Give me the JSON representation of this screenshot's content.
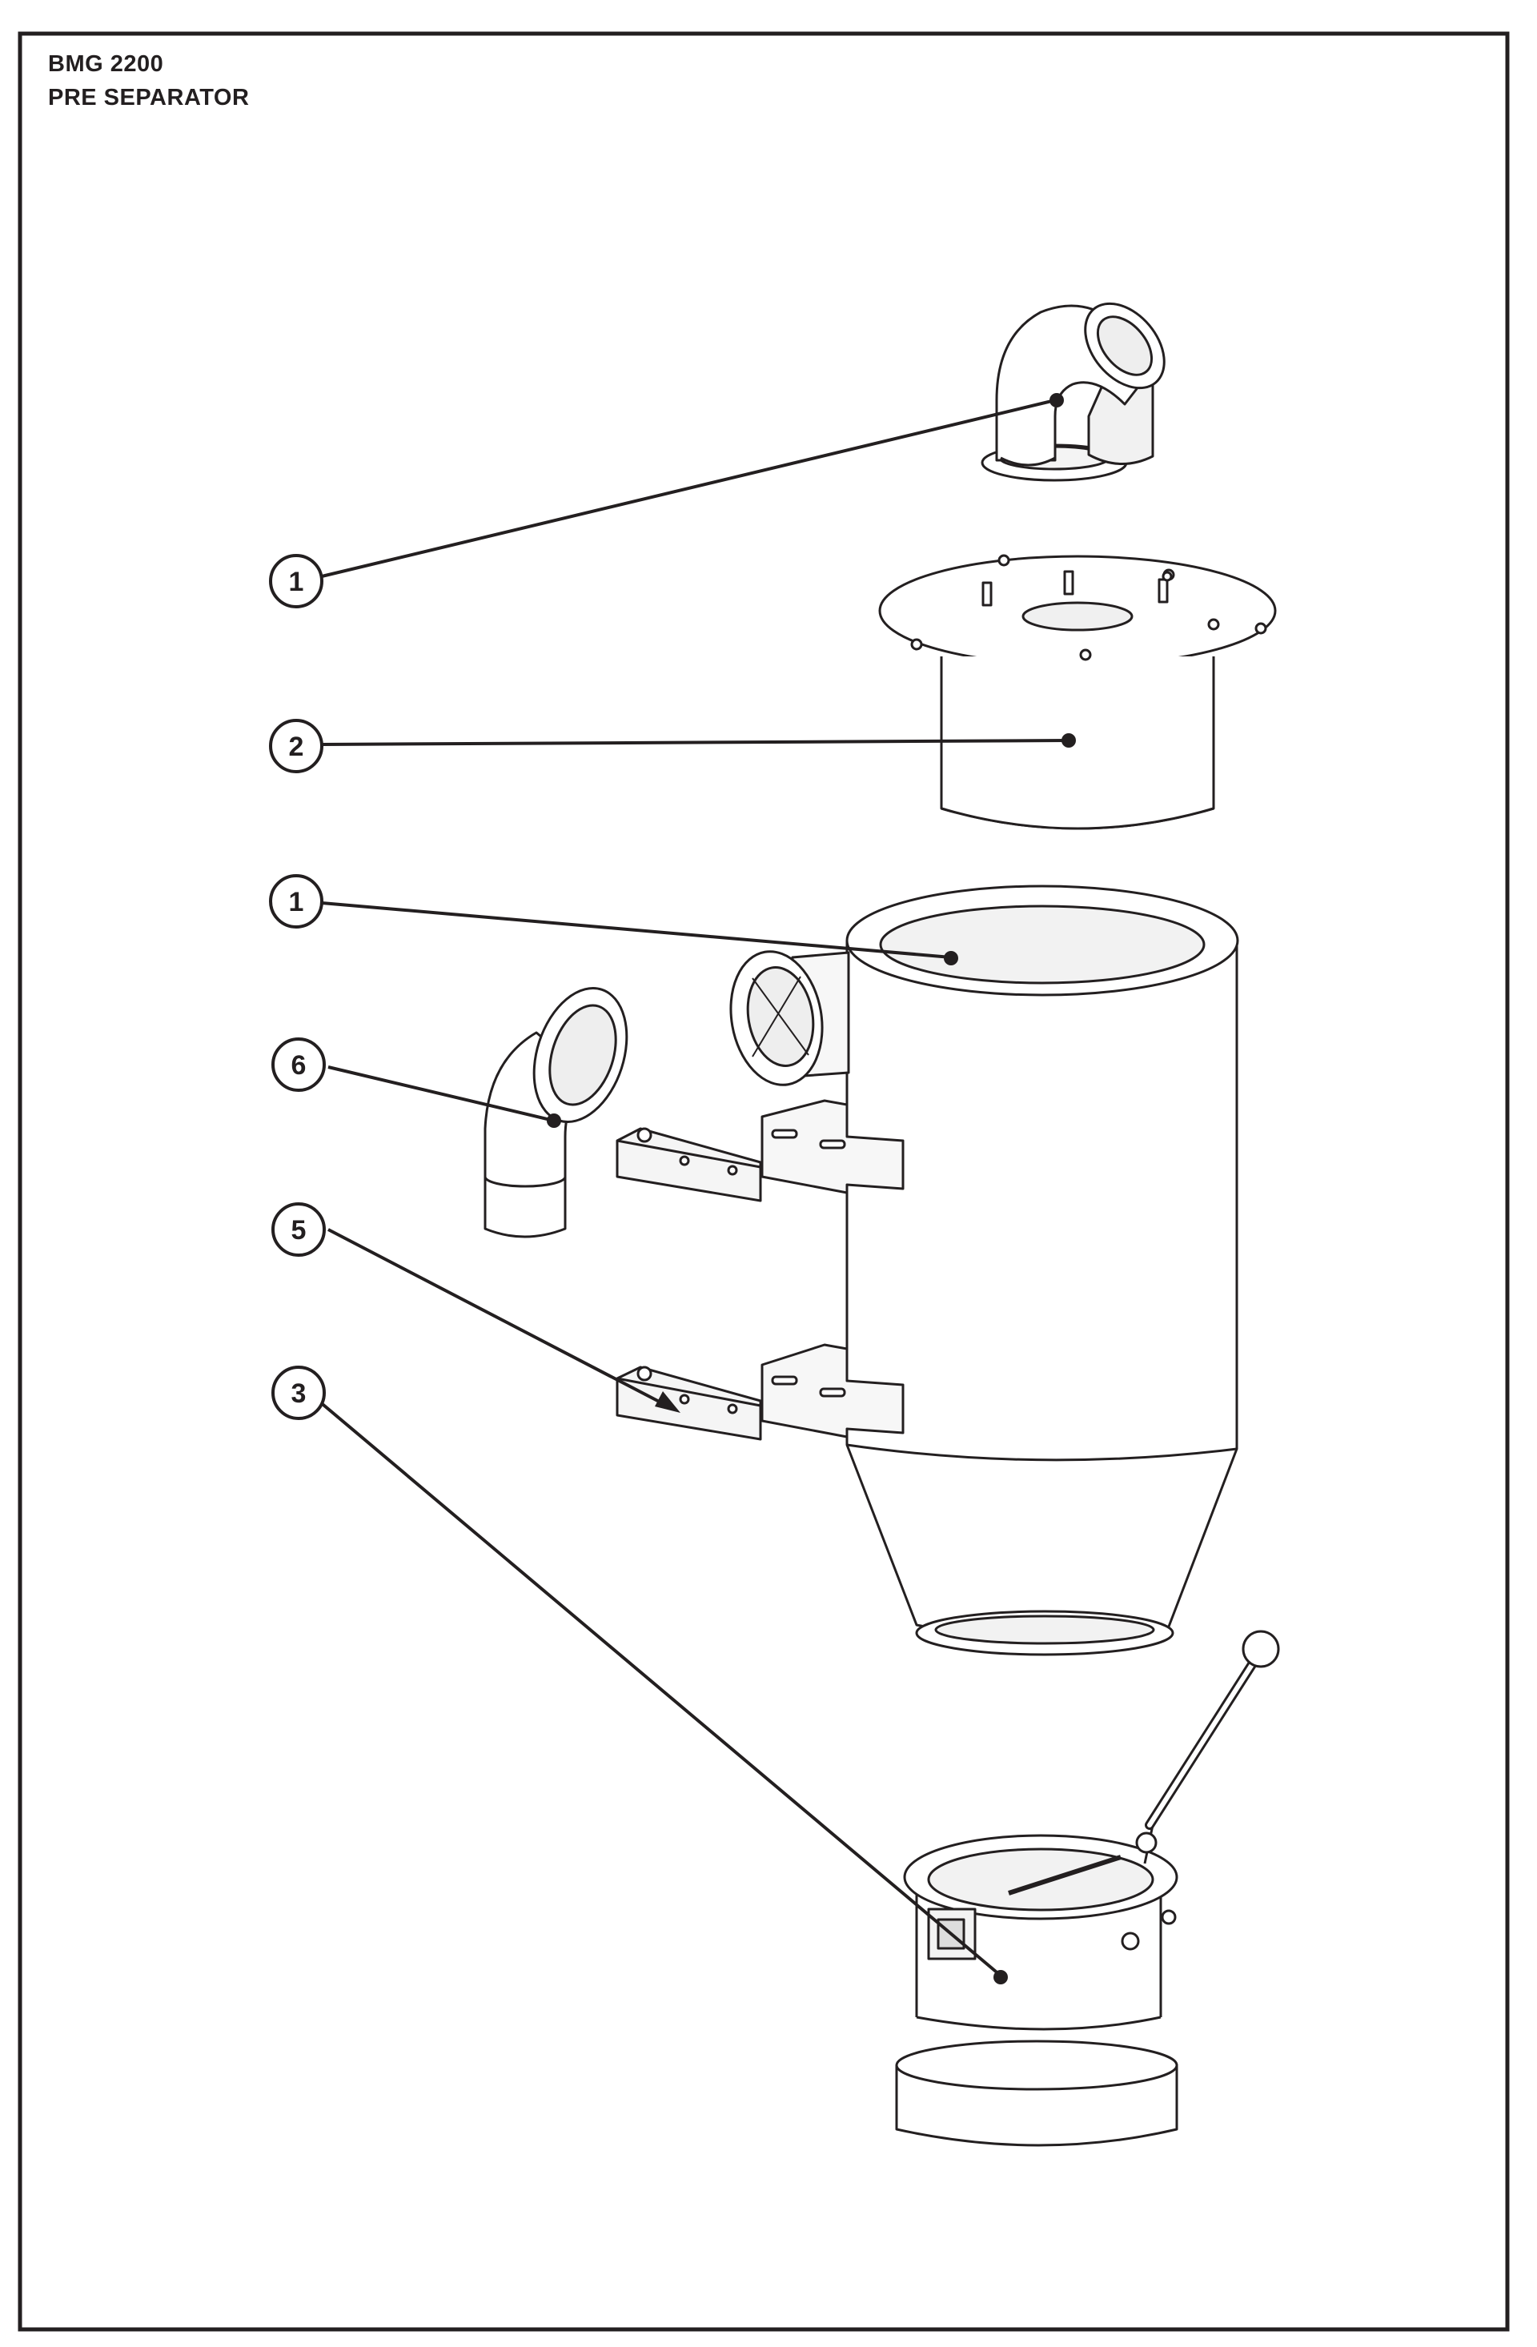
{
  "document": {
    "title_line_1": "BMG 2200",
    "title_line_2": "PRE SEPARATOR"
  },
  "callouts": [
    {
      "id": "c1a",
      "label": "1"
    },
    {
      "id": "c2",
      "label": "2"
    },
    {
      "id": "c1b",
      "label": "1"
    },
    {
      "id": "c6",
      "label": "6"
    },
    {
      "id": "c5",
      "label": "5"
    },
    {
      "id": "c3",
      "label": "3"
    }
  ],
  "colors": {
    "line": "#231f20",
    "paper": "#ffffff",
    "shade": "#e6e6e6"
  }
}
